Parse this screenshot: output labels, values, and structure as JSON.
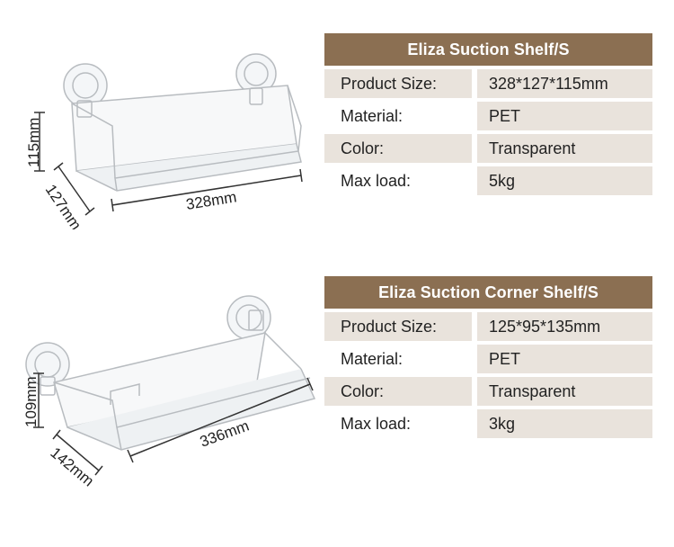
{
  "products": [
    {
      "title": "Eliza Suction Shelf/S",
      "dimensions": {
        "width": "328mm",
        "height": "115mm",
        "depth": "127mm"
      },
      "specs": [
        {
          "label": "Product Size:",
          "value": "328*127*115mm"
        },
        {
          "label": "Material:",
          "value": "PET"
        },
        {
          "label": "Color:",
          "value": "Transparent"
        },
        {
          "label": "Max load:",
          "value": "5kg"
        }
      ]
    },
    {
      "title": "Eliza Suction Corner Shelf/S",
      "dimensions": {
        "width": "336mm",
        "height": "109mm",
        "depth": "142mm"
      },
      "specs": [
        {
          "label": "Product Size:",
          "value": "125*95*135mm"
        },
        {
          "label": "Material:",
          "value": "PET"
        },
        {
          "label": "Color:",
          "value": "Transparent"
        },
        {
          "label": "Max load:",
          "value": "3kg"
        }
      ]
    }
  ],
  "colors": {
    "header_bg": "#8b6f52",
    "row_bg": "#e9e3dc",
    "text": "#222222"
  }
}
